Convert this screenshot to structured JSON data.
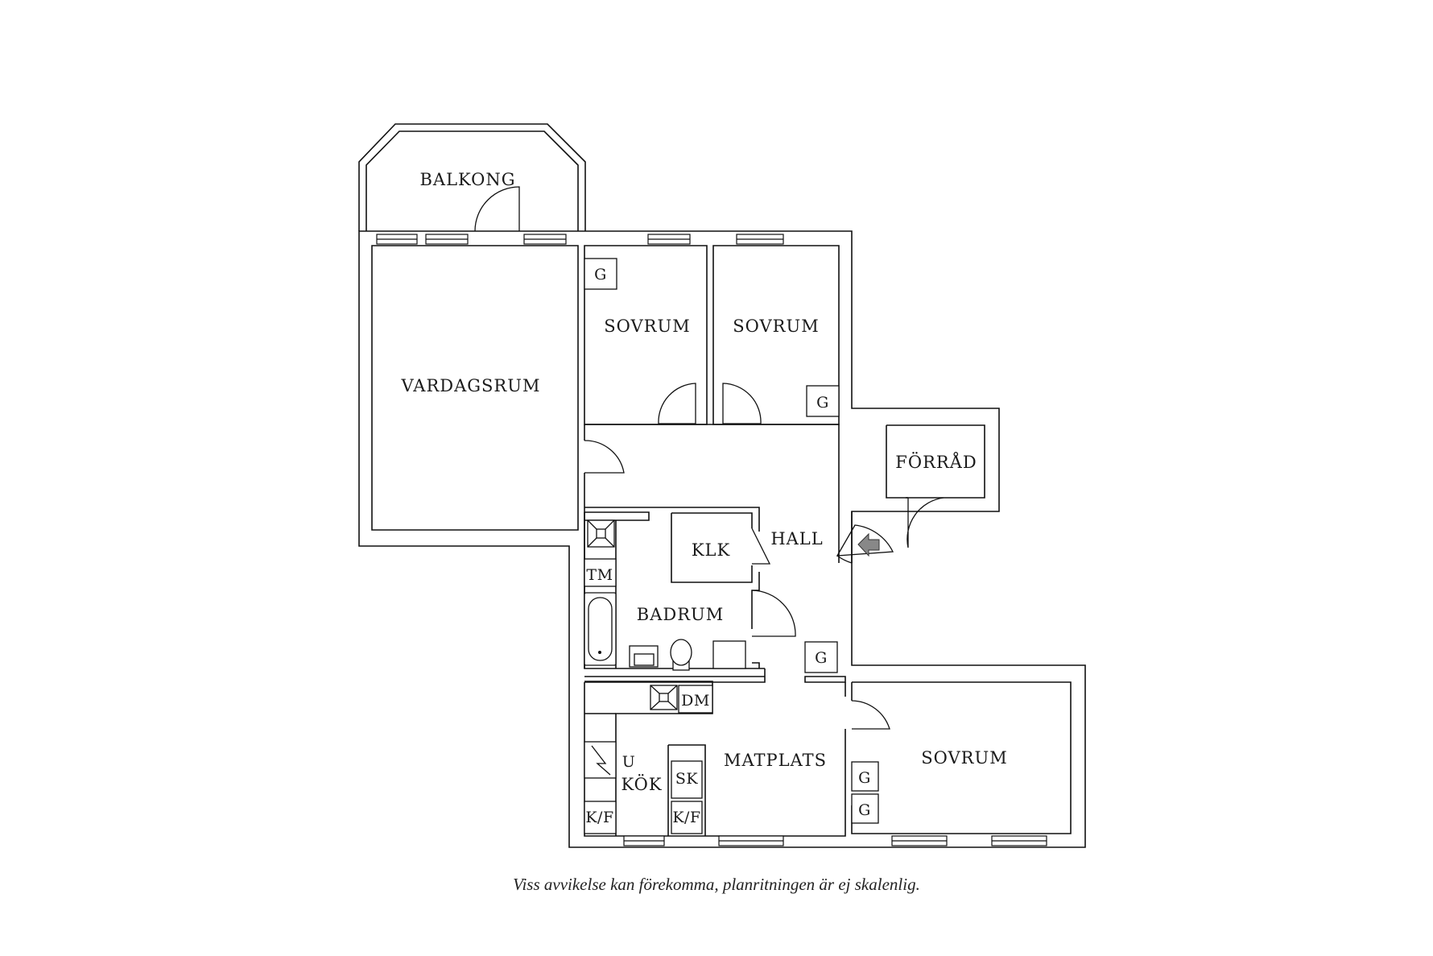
{
  "rooms": {
    "balkong": "BALKONG",
    "vardagsrum": "VARDAGSRUM",
    "sovrum_1": "SOVRUM",
    "sovrum_2": "SOVRUM",
    "sovrum_3": "SOVRUM",
    "forrad": "FÖRRÅD",
    "hall": "HALL",
    "klk": "KLK",
    "badrum": "BADRUM",
    "kok": "KÖK",
    "matplats": "MATPLATS"
  },
  "fixtures": {
    "g": "G",
    "tm": "TM",
    "dm": "DM",
    "u": "U",
    "sk": "SK",
    "kf": "K/F"
  },
  "caption": "Viss avvikelse kan förekomma, planritningen är ej skalenlig."
}
